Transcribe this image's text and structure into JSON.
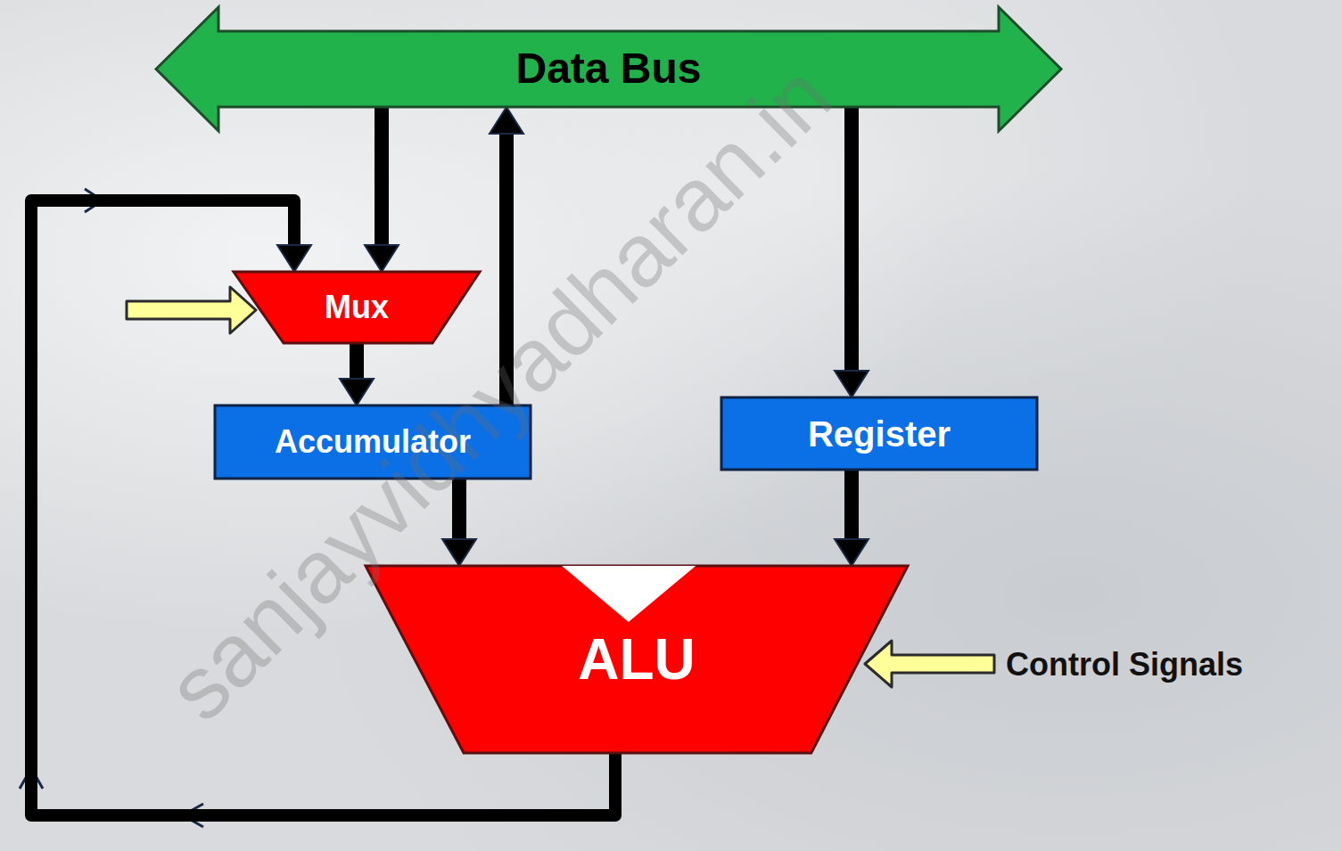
{
  "diagram": {
    "nodes": [
      {
        "text": [
          "Data Bus"
        ]
      },
      {
        "text": [
          "Mux"
        ]
      },
      {
        "text": [
          "Accumulator"
        ]
      },
      {
        "text": [
          "Register"
        ]
      },
      {
        "text": [
          "ALU"
        ]
      }
    ],
    "edges": [
      {
        "from": 0,
        "to": 1,
        "arrow": "to"
      },
      {
        "from": 2,
        "to": 0,
        "arrow": "to"
      },
      {
        "from": 0,
        "to": 3,
        "arrow": "to"
      },
      {
        "from": 1,
        "to": 2,
        "arrow": "to"
      },
      {
        "from": 2,
        "to": 4,
        "arrow": "to"
      },
      {
        "from": 3,
        "to": 4,
        "arrow": "to"
      },
      {
        "from": 4,
        "to": 1,
        "arrow": "to"
      }
    ],
    "labels": [
      "Control Signals",
      "sanjayvidhyadharan.in"
    ]
  }
}
